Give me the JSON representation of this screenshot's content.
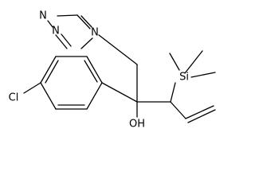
{
  "molecule": {
    "atoms": {
      "n_triazole_top": "N",
      "n_triazole_left": "N",
      "n_triazole_attach": "N",
      "chlorine": "Cl",
      "silicon": "Si",
      "hydroxyl": "OH"
    },
    "colors": {
      "bond": "#000000",
      "label": "#000000",
      "background": "#ffffff"
    }
  }
}
